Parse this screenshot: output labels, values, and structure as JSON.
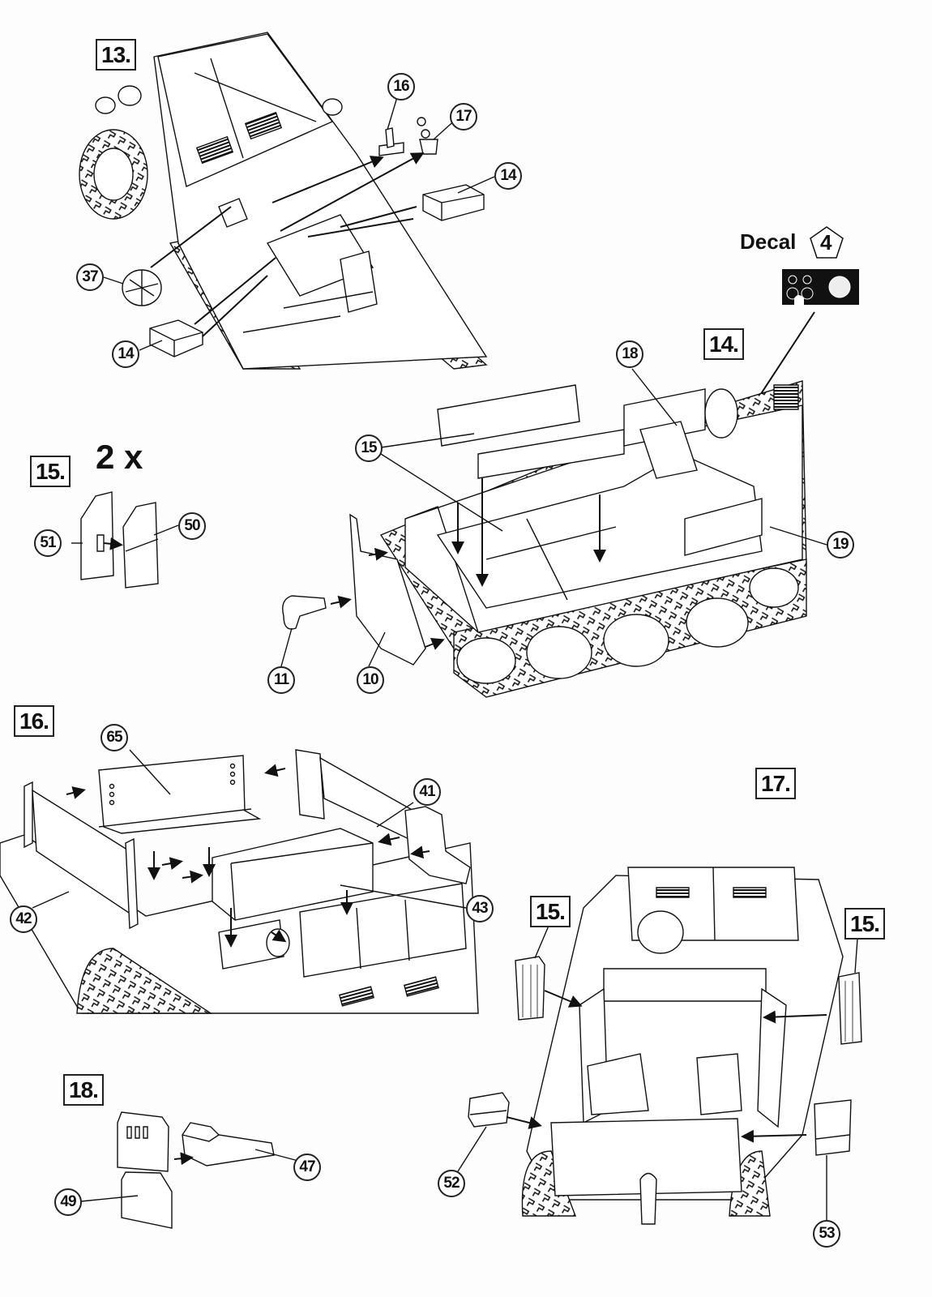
{
  "document": {
    "type": "model kit assembly instructions",
    "steps": [
      {
        "id": "step13",
        "label": "13.",
        "parts": [
          "16",
          "17",
          "14",
          "37",
          "14"
        ]
      },
      {
        "id": "step14",
        "label": "14.",
        "parts": [
          "18",
          "15",
          "19",
          "11",
          "10"
        ],
        "decal": {
          "title": "Decal",
          "number": "4"
        }
      },
      {
        "id": "step15",
        "label": "15.",
        "multiplier": "2 x",
        "parts": [
          "51",
          "50"
        ]
      },
      {
        "id": "step16",
        "label": "16.",
        "parts": [
          "65",
          "41",
          "42",
          "43"
        ]
      },
      {
        "id": "step17",
        "label": "17.",
        "sub_refs": [
          "15.",
          "15."
        ],
        "parts": [
          "52",
          "53"
        ]
      },
      {
        "id": "step18",
        "label": "18.",
        "parts": [
          "49",
          "47"
        ]
      }
    ]
  },
  "labels": {
    "s13": "13.",
    "s14": "14.",
    "s15": "15.",
    "s16": "16.",
    "s17": "17.",
    "s18": "18.",
    "ref15a": "15.",
    "ref15b": "15.",
    "decal_title": "Decal",
    "decal_num": "4",
    "multiplier": "2 x",
    "p16": "16",
    "p17": "17",
    "p14a": "14",
    "p37": "37",
    "p14b": "14",
    "p18": "18",
    "p15": "15",
    "p19": "19",
    "p11": "11",
    "p10": "10",
    "p51": "51",
    "p50": "50",
    "p65": "65",
    "p41": "41",
    "p42": "42",
    "p43": "43",
    "p52": "52",
    "p53": "53",
    "p49": "49",
    "p47": "47"
  }
}
